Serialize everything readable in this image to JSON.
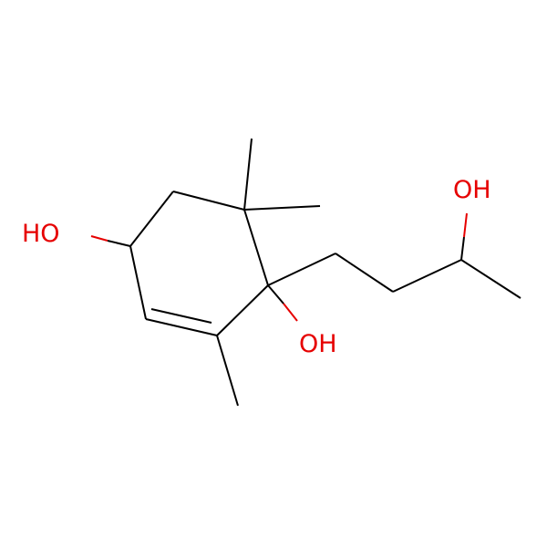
{
  "structure": {
    "labels": {
      "hydroxyl_ring": "HO",
      "hydroxyl_quaternary": "OH",
      "hydroxyl_sidechain": "OH"
    },
    "heteroatom_color": "#e60000",
    "bond_color": "#000000"
  }
}
